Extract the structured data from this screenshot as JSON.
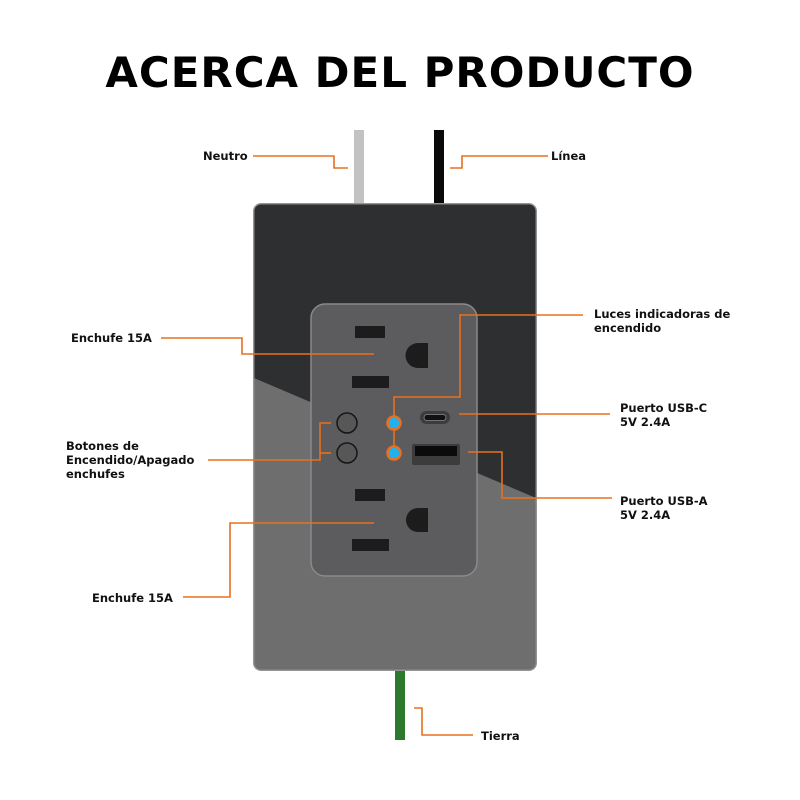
{
  "title": "ACERCA DEL PRODUCTO",
  "labels": {
    "neutral": "Neutro",
    "line": "Línea",
    "outlet_top": "Enchufe 15A",
    "power_buttons": "Botones de\nEncendido/Apagado\nenchufes",
    "outlet_bottom": "Enchufe 15A",
    "indicator_lights": "Luces indicadoras de\nencendido",
    "usb_c": "Puerto USB-C\n5V 2.4A",
    "usb_a": "Puerto USB-A\n5V 2.4A",
    "ground": "Tierra"
  },
  "colors": {
    "leader": "#e8701e",
    "led": "#1fb2f0",
    "neutral_wire": "#c2c2c2",
    "line_wire": "#0a0a0a",
    "ground_wire": "#2b7a2b",
    "plate_dark": "#2e2f31",
    "plate_light": "#6e6e6e",
    "insert": "#5c5c5e"
  }
}
